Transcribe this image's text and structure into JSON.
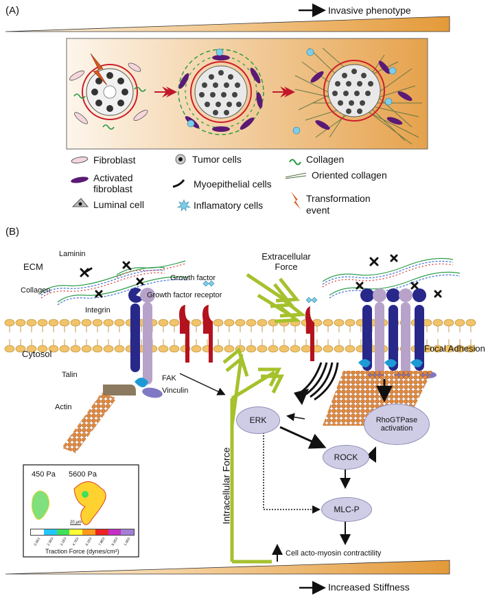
{
  "panel_a": {
    "letter": "(A)",
    "gradient_label": "Invasive phenotype",
    "legend": [
      {
        "label": "Fibroblast"
      },
      {
        "label": "Tumor cells"
      },
      {
        "label": "Collagen"
      },
      {
        "label": "Activated fibroblast"
      },
      {
        "label": "Myoepithelial cells"
      },
      {
        "label": "Oriented collagen"
      },
      {
        "label": "Luminal cell"
      },
      {
        "label": "Inflamatory cells"
      },
      {
        "label": "Transformation event"
      }
    ]
  },
  "panel_b": {
    "letter": "(B)",
    "labels": {
      "laminin": "Laminin",
      "ecm": "ECM",
      "collagen": "Collagen",
      "integrin": "Integrin",
      "growth_factor": "Growth factor",
      "growth_factor_receptor": "Growth factor receptor",
      "extracellular_force": "Extracellular Force",
      "focal_adhesion": "Focal Adhesion",
      "cytosol": "Cytosol",
      "talin": "Talin",
      "fak": "FAK",
      "vinculin": "Vinculin",
      "actin": "Actin",
      "intracellular_force": "Intracellular Force",
      "contractility": "Cell acto-myosin contractility"
    },
    "nodes": {
      "erk": "ERK",
      "rho": "RhoGTPase activation",
      "rock": "ROCK",
      "mlc": "MLC-P"
    },
    "inset": {
      "left_label": "450 Pa",
      "right_label": "5600 Pa",
      "scale": "20 µm",
      "colorbar_ticks": [
        "0.0E1",
        "2.3E3",
        "3.1E3",
        "4.7E3",
        "6.1E3",
        "7.8E3",
        "9.2E3",
        "1.0E5"
      ],
      "colorbar_colors": [
        "#ffffff",
        "#22c7ff",
        "#3fe05a",
        "#ffff33",
        "#ff9a1a",
        "#ee2222",
        "#c22fc4",
        "#a57fd6"
      ],
      "caption": "Traction Force (dynes/cm²)"
    },
    "bottom_label": "Increased Stiffness"
  }
}
